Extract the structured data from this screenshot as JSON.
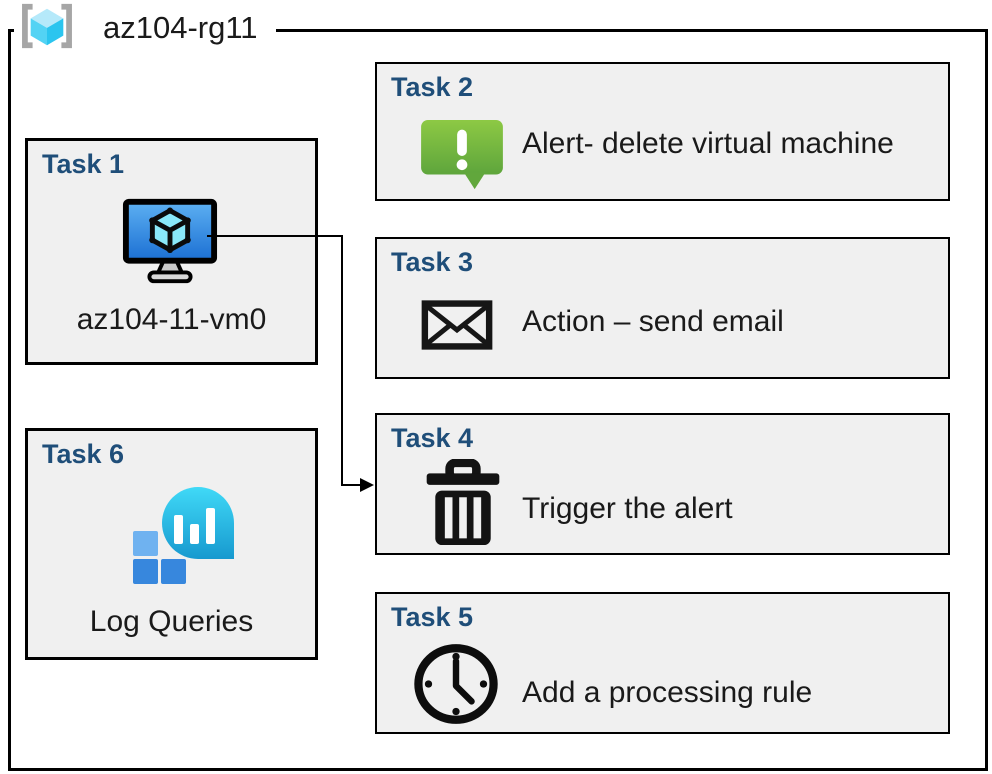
{
  "resource_group": {
    "name": "az104-rg11",
    "icon": "resource-group"
  },
  "tasks": [
    {
      "title": "Task 1",
      "label": "az104-11-vm0",
      "icon": "virtual-machine"
    },
    {
      "title": "Task 2",
      "label": "Alert- delete virtual machine",
      "icon": "alert-speech-bubble"
    },
    {
      "title": "Task 3",
      "label": "Action – send email",
      "icon": "email-envelope"
    },
    {
      "title": "Task 4",
      "label": "Trigger the alert",
      "icon": "trash-can"
    },
    {
      "title": "Task 5",
      "label": "Add a processing rule",
      "icon": "clock"
    },
    {
      "title": "Task 6",
      "label": "Log Queries",
      "icon": "log-analytics"
    }
  ],
  "connector": {
    "from": "Task 1 virtual machine",
    "to": "Task 4",
    "style": "elbow-arrow"
  },
  "colors": {
    "task_title_blue": "#1F4E79",
    "box_fill": "#F0F0F0",
    "box_border": "#000000",
    "alert_green_top": "#8DC944",
    "alert_green_bottom": "#5EA53C",
    "vm_screen_blue_top": "#5DB0F2",
    "vm_screen_blue_bottom": "#1B6FD3",
    "cube_cyan": "#2BC5EF",
    "log_teal_top": "#40D9F7",
    "log_teal_bottom": "#1799CF",
    "log_square_light": "#6FB2F0",
    "log_square_dark": "#3787DD",
    "bracket_gray": "#A6A6A6"
  }
}
